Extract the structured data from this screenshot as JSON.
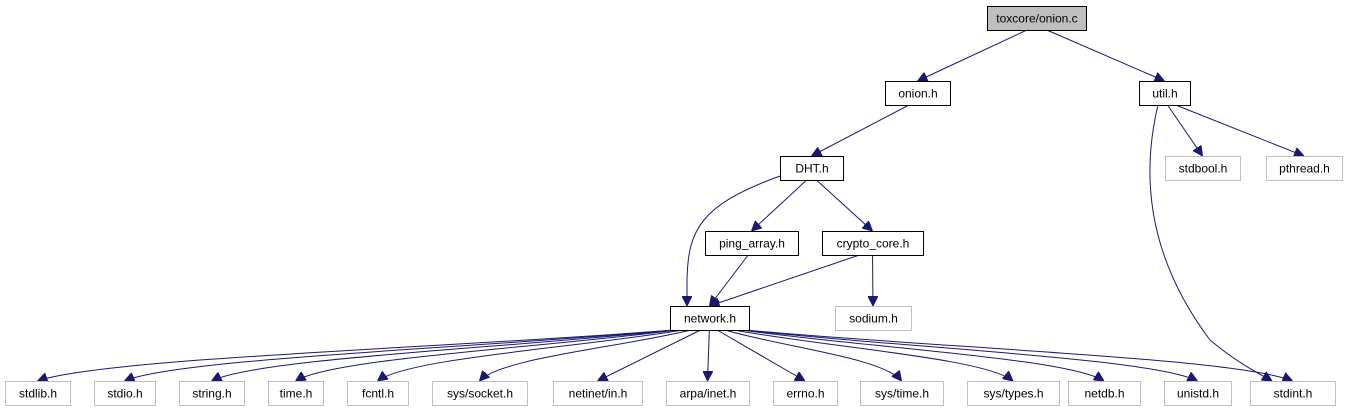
{
  "colors": {
    "edge": "#191970",
    "root_fill": "#bfbfbf",
    "node_border": "#000000",
    "external_border": "#bfbfbf",
    "text": "#000000",
    "background": "#ffffff"
  },
  "graph": {
    "nodes": [
      {
        "id": "toxcore_onion_c",
        "label": "toxcore/onion.c",
        "kind": "root"
      },
      {
        "id": "onion_h",
        "label": "onion.h",
        "kind": "documented"
      },
      {
        "id": "util_h",
        "label": "util.h",
        "kind": "documented"
      },
      {
        "id": "DHT_h",
        "label": "DHT.h",
        "kind": "documented"
      },
      {
        "id": "stdbool_h",
        "label": "stdbool.h",
        "kind": "external"
      },
      {
        "id": "pthread_h",
        "label": "pthread.h",
        "kind": "external"
      },
      {
        "id": "ping_array_h",
        "label": "ping_array.h",
        "kind": "documented"
      },
      {
        "id": "crypto_core_h",
        "label": "crypto_core.h",
        "kind": "documented"
      },
      {
        "id": "network_h",
        "label": "network.h",
        "kind": "documented"
      },
      {
        "id": "sodium_h",
        "label": "sodium.h",
        "kind": "external"
      },
      {
        "id": "stdlib_h",
        "label": "stdlib.h",
        "kind": "external"
      },
      {
        "id": "stdio_h",
        "label": "stdio.h",
        "kind": "external"
      },
      {
        "id": "string_h",
        "label": "string.h",
        "kind": "external"
      },
      {
        "id": "time_h",
        "label": "time.h",
        "kind": "external"
      },
      {
        "id": "fcntl_h",
        "label": "fcntl.h",
        "kind": "external"
      },
      {
        "id": "sys_socket_h",
        "label": "sys/socket.h",
        "kind": "external"
      },
      {
        "id": "netinet_in_h",
        "label": "netinet/in.h",
        "kind": "external"
      },
      {
        "id": "arpa_inet_h",
        "label": "arpa/inet.h",
        "kind": "external"
      },
      {
        "id": "errno_h",
        "label": "errno.h",
        "kind": "external"
      },
      {
        "id": "sys_time_h",
        "label": "sys/time.h",
        "kind": "external"
      },
      {
        "id": "sys_types_h",
        "label": "sys/types.h",
        "kind": "external"
      },
      {
        "id": "netdb_h",
        "label": "netdb.h",
        "kind": "external"
      },
      {
        "id": "unistd_h",
        "label": "unistd.h",
        "kind": "external"
      },
      {
        "id": "stdint_h",
        "label": "stdint.h",
        "kind": "external"
      }
    ],
    "edges": [
      {
        "from": "toxcore_onion_c",
        "to": "onion_h"
      },
      {
        "from": "toxcore_onion_c",
        "to": "util_h"
      },
      {
        "from": "onion_h",
        "to": "DHT_h"
      },
      {
        "from": "util_h",
        "to": "stdbool_h"
      },
      {
        "from": "util_h",
        "to": "pthread_h"
      },
      {
        "from": "util_h",
        "to": "stdint_h"
      },
      {
        "from": "DHT_h",
        "to": "ping_array_h"
      },
      {
        "from": "DHT_h",
        "to": "crypto_core_h"
      },
      {
        "from": "DHT_h",
        "to": "network_h"
      },
      {
        "from": "ping_array_h",
        "to": "network_h"
      },
      {
        "from": "crypto_core_h",
        "to": "network_h"
      },
      {
        "from": "crypto_core_h",
        "to": "sodium_h"
      },
      {
        "from": "network_h",
        "to": "stdlib_h"
      },
      {
        "from": "network_h",
        "to": "stdio_h"
      },
      {
        "from": "network_h",
        "to": "string_h"
      },
      {
        "from": "network_h",
        "to": "time_h"
      },
      {
        "from": "network_h",
        "to": "fcntl_h"
      },
      {
        "from": "network_h",
        "to": "sys_socket_h"
      },
      {
        "from": "network_h",
        "to": "netinet_in_h"
      },
      {
        "from": "network_h",
        "to": "arpa_inet_h"
      },
      {
        "from": "network_h",
        "to": "errno_h"
      },
      {
        "from": "network_h",
        "to": "sys_time_h"
      },
      {
        "from": "network_h",
        "to": "sys_types_h"
      },
      {
        "from": "network_h",
        "to": "netdb_h"
      },
      {
        "from": "network_h",
        "to": "unistd_h"
      },
      {
        "from": "network_h",
        "to": "stdint_h"
      }
    ]
  }
}
